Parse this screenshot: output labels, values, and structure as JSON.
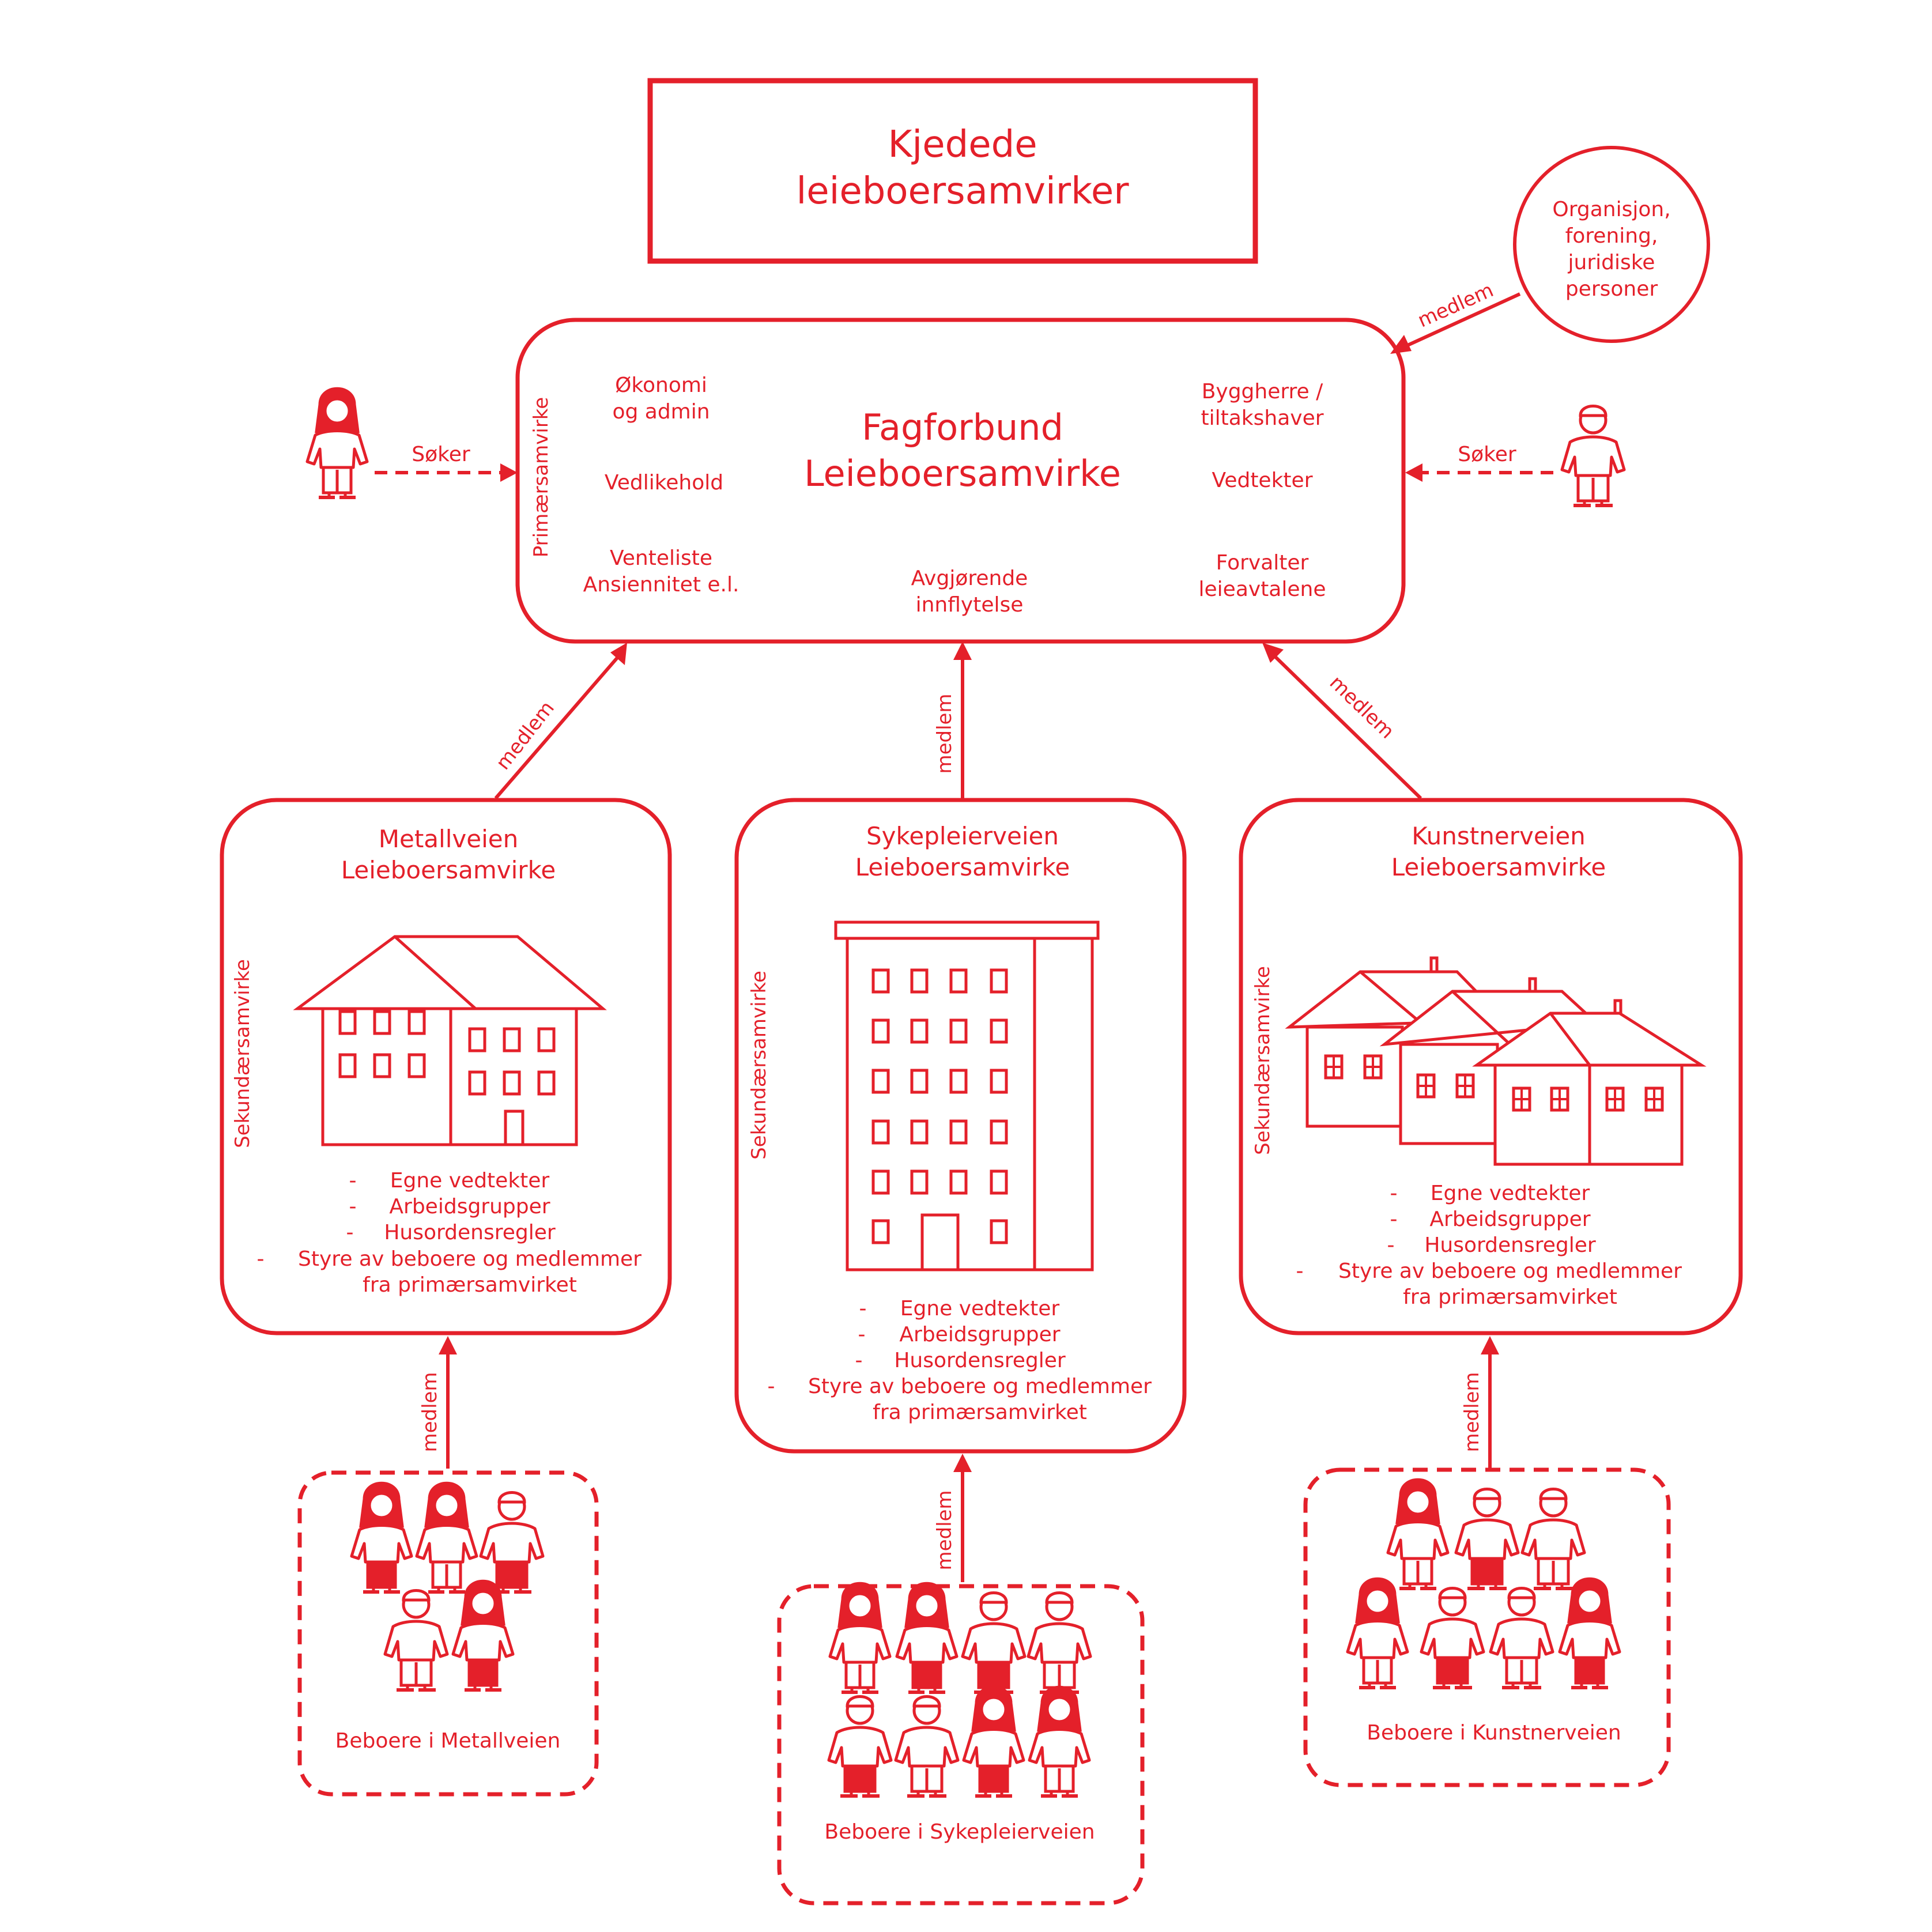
{
  "colors": {
    "accent": "#e4202a",
    "background": "#ffffff"
  },
  "title": {
    "lines": [
      "Kjedede",
      "leieboersamvirker"
    ]
  },
  "org_circle": {
    "lines": [
      "Organisjon,",
      "forening,",
      "juridiske",
      "personer"
    ],
    "arrow_label": "medlem"
  },
  "main": {
    "title_lines": [
      "Fagforbund",
      "Leieboersamvirke"
    ],
    "side_label": "Primærsamvirke",
    "left_items": [
      {
        "lines": [
          "Økonomi",
          "og admin"
        ]
      },
      {
        "lines": [
          "Vedlikehold"
        ]
      },
      {
        "lines": [
          "Venteliste",
          "Ansiennitet e.l."
        ]
      }
    ],
    "right_items": [
      {
        "lines": [
          "Byggherre /",
          "tiltakshaver"
        ]
      },
      {
        "lines": [
          "Vedtekter"
        ]
      },
      {
        "lines": [
          "Forvalter",
          "leieavtalene"
        ]
      }
    ],
    "bottom_item": {
      "lines": [
        "Avgjørende",
        "innflytelse"
      ]
    }
  },
  "applicants": {
    "left_label": "Søker",
    "right_label": "Søker",
    "left_icon": "woman-person-icon",
    "right_icon": "man-person-icon"
  },
  "arrow_label": "medlem",
  "secondary": [
    {
      "id": "metallveien",
      "title_lines": [
        "Metallveien",
        "Leieboersamvirke"
      ],
      "side_label": "Sekundærsamvirke",
      "building_icon": "apartment-building-icon",
      "list": [
        "Egne vedtekter",
        "Arbeidsgrupper",
        "Husordensregler",
        "Styre av beboere og medlemmer"
      ],
      "list_cont": "fra primærsamvirket"
    },
    {
      "id": "sykepleierveien",
      "title_lines": [
        "Sykepleierveien",
        "Leieboersamvirke"
      ],
      "side_label": "Sekundærsamvirke",
      "building_icon": "high-rise-building-icon",
      "list": [
        "Egne vedtekter",
        "Arbeidsgrupper",
        "Husordensregler",
        "Styre av beboere og medlemmer"
      ],
      "list_cont": "fra primærsamvirket"
    },
    {
      "id": "kunstnerveien",
      "title_lines": [
        "Kunstnerveien",
        "Leieboersamvirke"
      ],
      "side_label": "Sekundærsamvirke",
      "building_icon": "row-houses-icon",
      "list": [
        "Egne vedtekter",
        "Arbeidsgrupper",
        "Husordensregler",
        "Styre av beboere og medlemmer"
      ],
      "list_cont": "fra primærsamvirket"
    }
  ],
  "residents": [
    {
      "label": "Beboere i Metallveien",
      "icon": "residents-group-icon"
    },
    {
      "label": "Beboere i Sykepleierveien",
      "icon": "residents-group-icon"
    },
    {
      "label": "Beboere i Kunstnerveien",
      "icon": "residents-group-icon"
    }
  ]
}
